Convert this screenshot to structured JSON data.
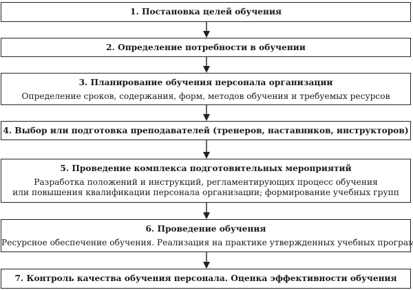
{
  "steps": [
    {
      "title": "1. Постановка целей обучения",
      "lines": []
    },
    {
      "title": "2. Определение потребности в обучении",
      "lines": []
    },
    {
      "title": "3. Планирование обучения персонала организации",
      "lines": [
        "Определение сроков, содержания, форм, методов обучения и требуемых ресурсов"
      ]
    },
    {
      "title": "4. Выбор или подготовка преподавателей (тренеров, наставников, инструкторов)",
      "lines": []
    },
    {
      "title": "5. Проведение комплекса подготовительных мероприятий",
      "lines": [
        "Разработка положений и инструкций, регламентирующих процесс обучения",
        "или повышения  квалификации персонала организации; формирование учебных групп"
      ]
    },
    {
      "title": "6. Проведение обучения",
      "lines": [
        "Ресурсное обеспечение обучения. Реализация на практике утвержденных учебных программ"
      ]
    },
    {
      "title": "7. Контроль качества обучения персонала. Оценка эффективности обучения",
      "lines": []
    }
  ]
}
